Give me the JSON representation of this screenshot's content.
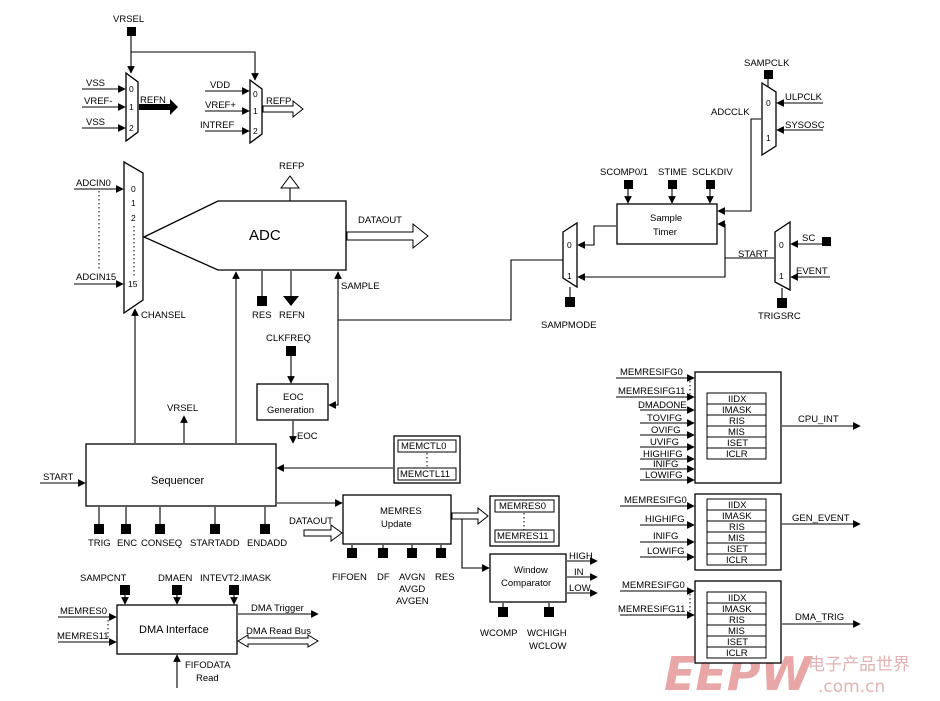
{
  "muxes": {
    "refn": {
      "inputs": [
        "VSS",
        "VREF-",
        "VSS"
      ],
      "sel": [
        "0",
        "1",
        "2"
      ],
      "output": "REFN",
      "control": "VRSEL"
    },
    "refp": {
      "inputs": [
        "VDD",
        "VREF+",
        "INTREF"
      ],
      "sel": [
        "0",
        "1",
        "2"
      ],
      "output": "REFP"
    },
    "adcclk": {
      "inputs": [
        "ULPCLK",
        "SYSOSC"
      ],
      "sel": [
        "0",
        "1"
      ],
      "output": "ADCCLK",
      "control": "SAMPCLK"
    },
    "chan": {
      "inputs": [
        "ADCIN0",
        "ADCIN15"
      ],
      "sel": [
        "0",
        "1",
        "2",
        "15"
      ],
      "control": "CHANSEL"
    },
    "samp": {
      "sel": [
        "0",
        "1"
      ],
      "control": "SAMPMODE"
    },
    "trig": {
      "inputs": [
        "SC",
        "EVENT"
      ],
      "sel": [
        "0",
        "1"
      ],
      "output": "START",
      "control": "TRIGSRC"
    }
  },
  "adc": {
    "title": "ADC",
    "refp": "REFP",
    "dataout": "DATAOUT",
    "res": "RES",
    "refn": "REFN",
    "sample": "SAMPLE"
  },
  "sample_timer": {
    "title_line1": "Sample",
    "title_line2": "Timer",
    "inputs": [
      "SCOMP0/1",
      "STIME",
      "SCLKDIV"
    ]
  },
  "eoc_gen": {
    "line1": "EOC",
    "line2": "Generation",
    "clk": "CLKFREQ",
    "out": "EOC"
  },
  "sequencer": {
    "title": "Sequencer",
    "start": "START",
    "vrsel": "VRSEL",
    "controls": [
      "TRIG",
      "ENC",
      "CONSEQ",
      "STARTADD",
      "ENDADD"
    ]
  },
  "memctl": {
    "first": "MEMCTL0",
    "last": "MEMCTL11"
  },
  "memres_update": {
    "line1": "MEMRES",
    "line2": "Update",
    "dataout": "DATAOUT",
    "controls": [
      "FIFOEN",
      "DF",
      "AVGN",
      "RES"
    ],
    "avg_extra": [
      "AVGD",
      "AVGEN"
    ]
  },
  "memres": {
    "first": "MEMRES0",
    "last": "MEMRES11"
  },
  "window": {
    "line1": "Window",
    "line2": "Comparator",
    "outputs": [
      "HIGH",
      "IN",
      "LOW"
    ],
    "controls": [
      "WCOMP",
      "WCHIGH"
    ],
    "extra": "WCLOW"
  },
  "dma": {
    "title": "DMA Interface",
    "top": [
      "SAMPCNT",
      "DMAEN",
      "INTEVT2.IMASK"
    ],
    "inputs": [
      "MEMRES0",
      "MEMRES11"
    ],
    "outputs": [
      "DMA Trigger",
      "DMA Read Bus"
    ],
    "bottom1": "FIFODATA",
    "bottom2": "Read"
  },
  "int_groups": [
    {
      "inputs": [
        "MEMRESIFG0",
        "MEMRESIFG11",
        "DMADONE",
        "TOVIFG",
        "OVIFG",
        "UVIFG",
        "HIGHIFG",
        "INIFG",
        "LOWIFG"
      ],
      "regs": [
        "IIDX",
        "IMASK",
        "RIS",
        "MIS",
        "ISET",
        "ICLR"
      ],
      "output": "CPU_INT"
    },
    {
      "inputs": [
        "MEMRESIFG0",
        "HIGHIFG",
        "INIFG",
        "LOWIFG"
      ],
      "regs": [
        "IIDX",
        "IMASK",
        "RIS",
        "MIS",
        "ISET",
        "ICLR"
      ],
      "output": "GEN_EVENT"
    },
    {
      "inputs": [
        "MEMRESIFG0",
        "MEMRESIFG11"
      ],
      "regs": [
        "IIDX",
        "IMASK",
        "RIS",
        "MIS",
        "ISET",
        "ICLR"
      ],
      "output": "DMA_TRIG"
    }
  ],
  "watermark": {
    "logo": "EEPW",
    "cn": "电子产品世界",
    "url": ".com.cn"
  }
}
